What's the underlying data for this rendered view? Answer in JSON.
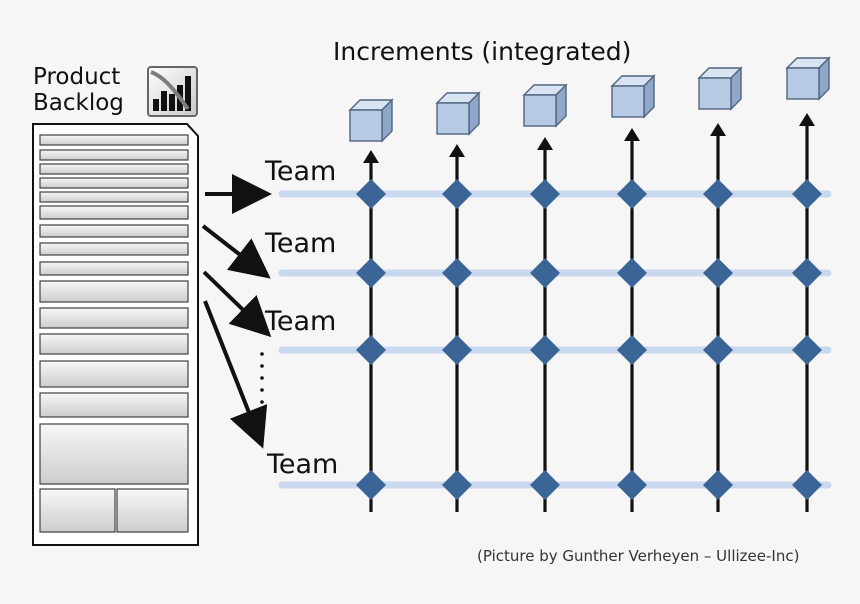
{
  "diagram": {
    "title": "Increments (integrated)",
    "backlog_line1": "Product",
    "backlog_line2": "Backlog",
    "team_label": "Team",
    "team_labels": [
      "Team",
      "Team",
      "Team",
      "Team"
    ],
    "credit": "(Picture by Gunther Verheyen – Ullizee-Inc)",
    "increment_count": 6,
    "team_count": 4,
    "colors": {
      "background": "#f6f6f6",
      "team_line": "#c9d8ee",
      "node": "#3b6597",
      "cube_front": "#b7cae4",
      "cube_top": "#d9e4f3",
      "cube_side": "#8fa7c8",
      "cube_stroke": "#52657f",
      "ink": "#111111",
      "backlog_item_start": "#f5f5f5",
      "backlog_item_end": "#cfcfcf"
    },
    "icons": {
      "burndown": "burndown-chart-icon"
    }
  }
}
